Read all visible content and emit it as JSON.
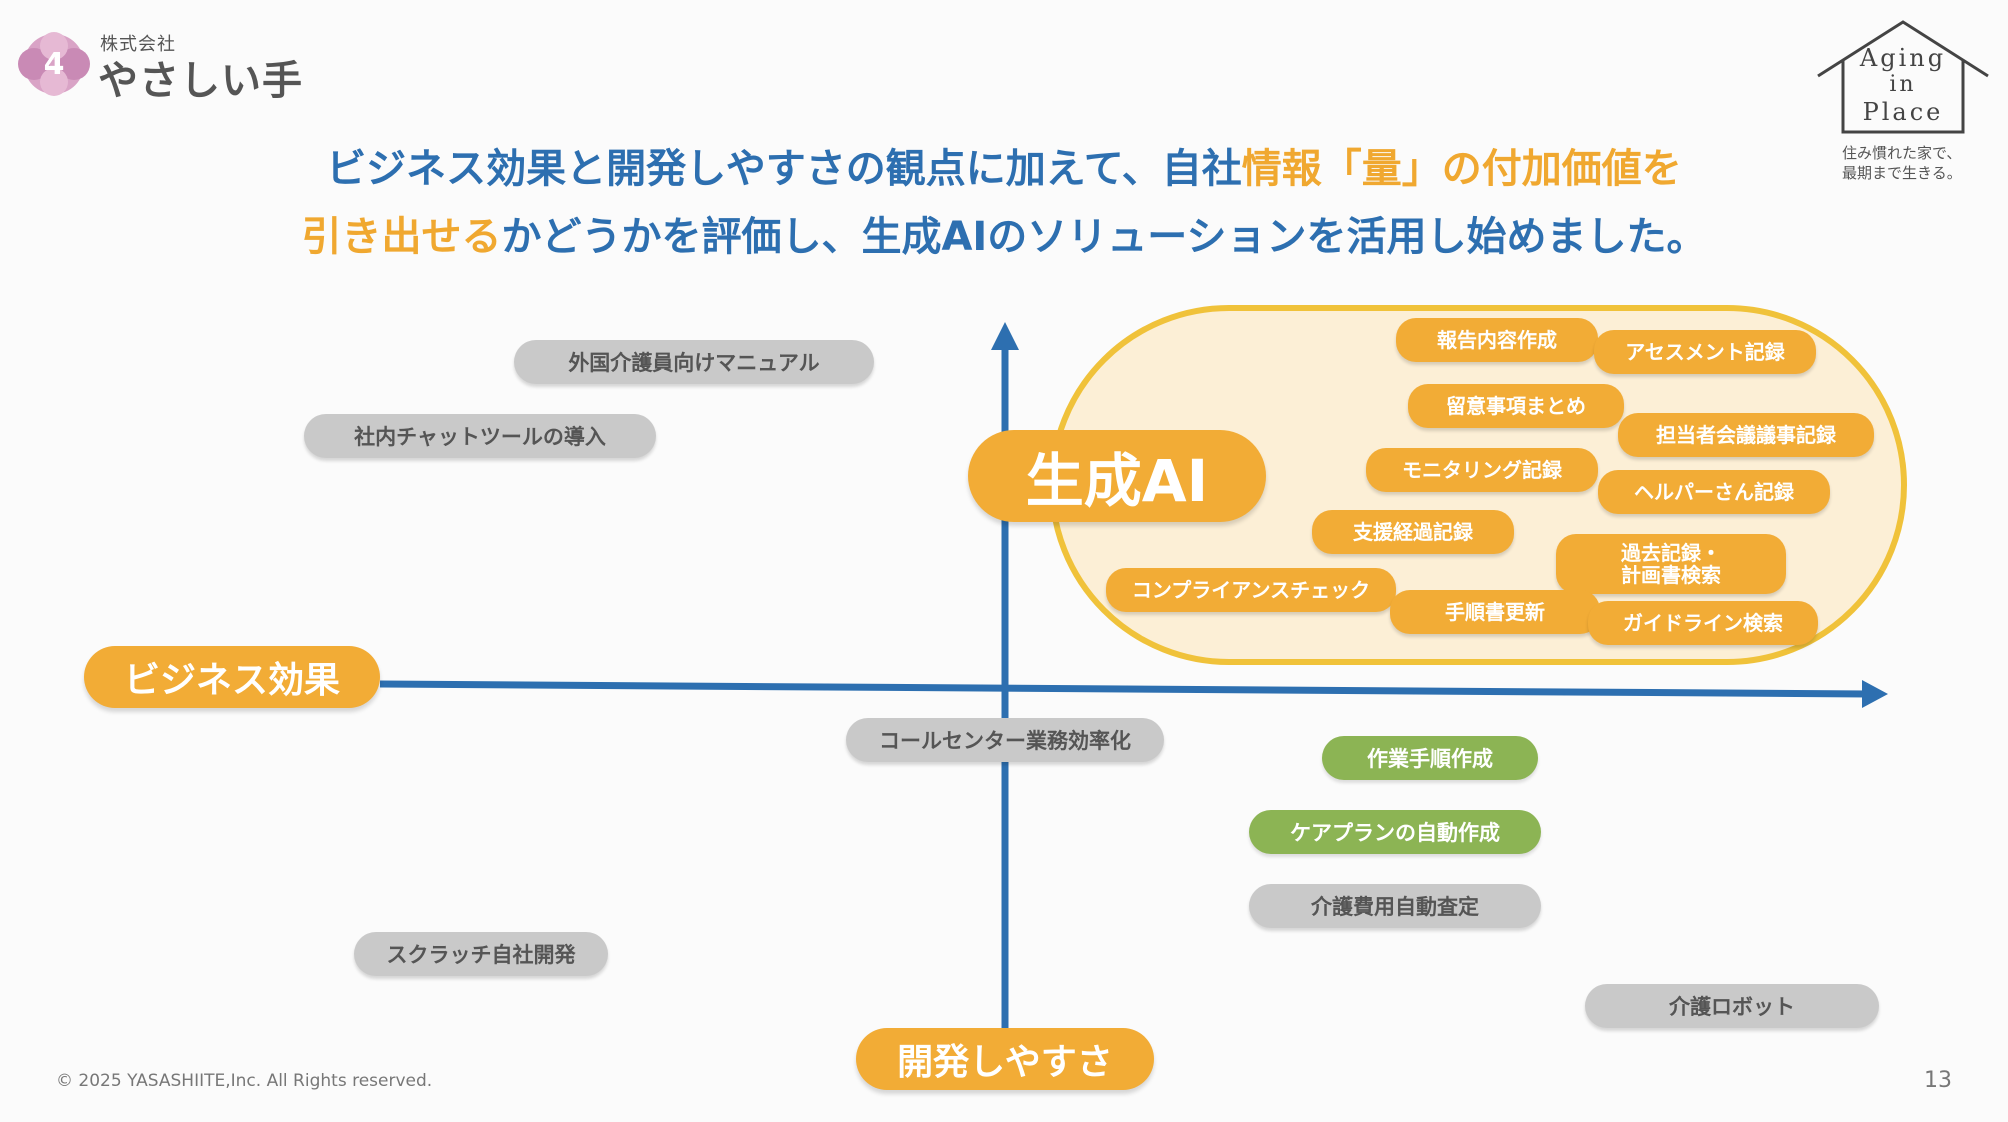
{
  "logo": {
    "prefix": "株式会社",
    "name": "やさしい手"
  },
  "aging_in_place": {
    "line1": "Aging",
    "line2": "in",
    "line3": "Place",
    "tagline1": "住み慣れた家で、",
    "tagline2": "最期まで生きる。"
  },
  "headline": {
    "l1a": "ビジネス効果と開発しやすさの観点に加えて、自社",
    "l1b": "情報「量」の付加価値を",
    "l2a": "引き出せる",
    "l2b": "かどうかを評価し、生成AIのソリューションを活用し始めました。"
  },
  "axes": {
    "x_label": "ビジネス効果",
    "y_label": "開発しやすさ"
  },
  "genai_group": {
    "label": "生成AI"
  },
  "genai_items": {
    "report": "報告内容作成",
    "assessment": "アセスメント記録",
    "notes": "留意事項まとめ",
    "meeting": "担当者会議議事記録",
    "monitoring": "モニタリング記録",
    "helper": "ヘルパーさん記録",
    "support": "支援経過記録",
    "past_l1": "過去記録・",
    "past_l2": "計画書検索",
    "compliance": "コンプライアンスチェック",
    "procedure": "手順書更新",
    "guideline": "ガイドライン検索"
  },
  "other_items": {
    "manual": "外国介護員向けマニュアル",
    "chat": "社内チャットツールの導入",
    "callcenter": "コールセンター業務効率化",
    "scratch": "スクラッチ自社開発",
    "care_cost": "介護費用自動査定",
    "robot": "介護ロボット"
  },
  "green_items": {
    "work_proc": "作業手順作成",
    "care_plan": "ケアプランの自動作成"
  },
  "footer": {
    "copyright": "© 2025 YASASHIITE,Inc. All Rights reserved.",
    "page": "13"
  },
  "colors": {
    "blue": "#2d6fb0",
    "orange": "#f2ac36",
    "green": "#8cb454",
    "gray": "#c9c9c9"
  }
}
